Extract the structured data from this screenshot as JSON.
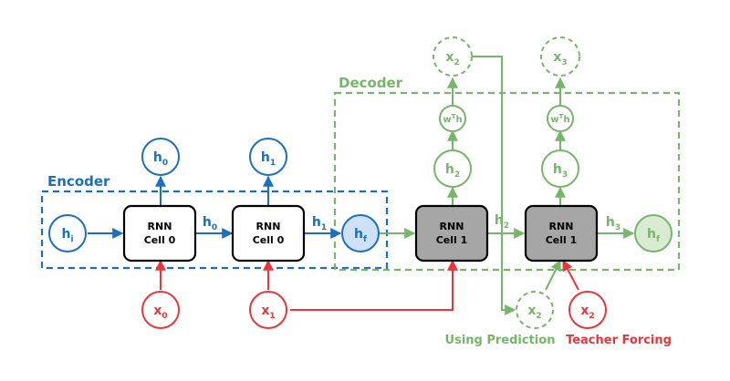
{
  "colors": {
    "encoder": "#1b6fc2",
    "decoder": "#77b56a",
    "input": "#e8363d",
    "cell_enc_fill": "#ffffff",
    "cell_dec_fill": "#a6a6a6",
    "hf_enc_fill": "#cfe2f5",
    "hf_dec_fill": "#d9ecd3"
  },
  "encoder": {
    "title": "Encoder",
    "h_init": {
      "base": "h",
      "sub": "i"
    },
    "cells": [
      {
        "line1": "RNN",
        "line2": "Cell 0"
      },
      {
        "line1": "RNN",
        "line2": "Cell 0"
      }
    ],
    "outputs": [
      {
        "base": "h",
        "sub": "0"
      },
      {
        "base": "h",
        "sub": "1"
      }
    ],
    "arrow_labels": [
      {
        "base": "h",
        "sub": "0"
      },
      {
        "base": "h",
        "sub": "1"
      }
    ],
    "inputs": [
      {
        "base": "x",
        "sub": "0"
      },
      {
        "base": "x",
        "sub": "1"
      }
    ],
    "h_final": {
      "base": "h",
      "sub": "f"
    }
  },
  "decoder": {
    "title": "Decoder",
    "cells": [
      {
        "line1": "RNN",
        "line2": "Cell 1"
      },
      {
        "line1": "RNN",
        "line2": "Cell 1"
      }
    ],
    "hidden": [
      {
        "base": "h",
        "sub": "2"
      },
      {
        "base": "h",
        "sub": "3"
      }
    ],
    "proj": [
      {
        "base": "w",
        "sup": "T",
        "tail": "h"
      },
      {
        "base": "w",
        "sup": "T",
        "tail": "h"
      }
    ],
    "preds": [
      {
        "base": "x",
        "sub": "2"
      },
      {
        "base": "x",
        "sub": "3"
      }
    ],
    "arrow_labels": [
      {
        "base": "h",
        "sub": "2"
      },
      {
        "base": "h",
        "sub": "3"
      }
    ],
    "h_final": {
      "base": "h",
      "sub": "f"
    }
  },
  "feeds": {
    "prediction": {
      "base": "x",
      "sub": "2"
    },
    "teacher": {
      "base": "x",
      "sub": "2"
    }
  },
  "captions": {
    "prediction": "Using Prediction",
    "teacher": "Teacher Forcing"
  }
}
